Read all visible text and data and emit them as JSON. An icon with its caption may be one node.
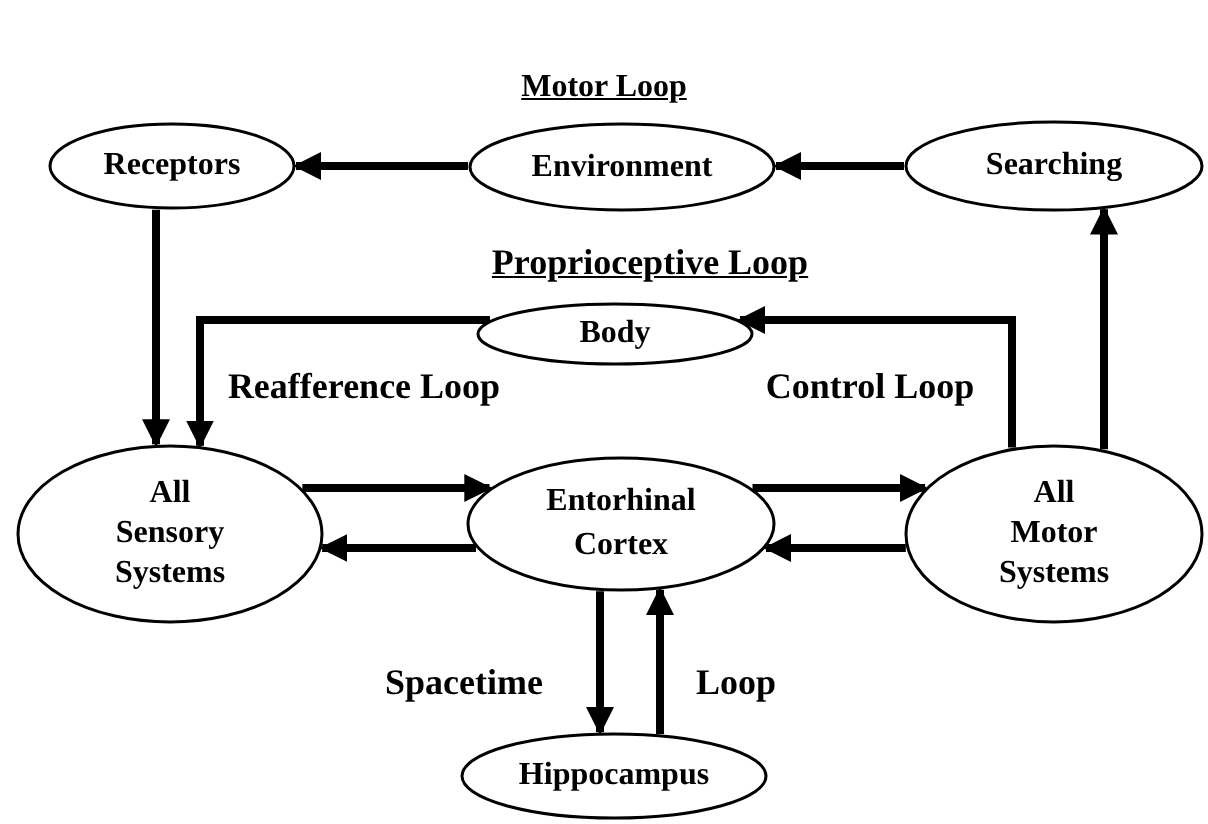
{
  "diagram": {
    "title": "Motor Loop",
    "nodes": [
      {
        "text": [
          "Receptors"
        ]
      },
      {
        "text": [
          "Environment"
        ]
      },
      {
        "text": [
          "Searching"
        ]
      },
      {
        "text": [
          "Body"
        ]
      },
      {
        "text": [
          "All Sensory Systems"
        ]
      },
      {
        "text": [
          "Entorhinal Cortex"
        ]
      },
      {
        "text": [
          "All Motor Systems"
        ]
      },
      {
        "text": [
          "Hippocampus"
        ]
      }
    ],
    "edges": [
      {
        "from": 1,
        "to": 0,
        "arrow": "to"
      },
      {
        "from": 2,
        "to": 1,
        "arrow": "to"
      },
      {
        "from": 0,
        "to": 4,
        "arrow": "to"
      },
      {
        "from": 3,
        "to": 4,
        "arrow": "to"
      },
      {
        "from": 6,
        "to": 3,
        "arrow": "to"
      },
      {
        "from": 6,
        "to": 2,
        "arrow": "to"
      },
      {
        "from": 4,
        "to": 5,
        "arrow": "to"
      },
      {
        "from": 5,
        "to": 4,
        "arrow": "to"
      },
      {
        "from": 5,
        "to": 6,
        "arrow": "to"
      },
      {
        "from": 6,
        "to": 5,
        "arrow": "to"
      },
      {
        "from": 5,
        "to": 7,
        "arrow": "to"
      },
      {
        "from": 7,
        "to": 5,
        "arrow": "to"
      }
    ],
    "labels": [
      "Proprioceptive Loop",
      "Reafference Loop",
      "Control Loop",
      "Spacetime",
      "Loop"
    ]
  }
}
